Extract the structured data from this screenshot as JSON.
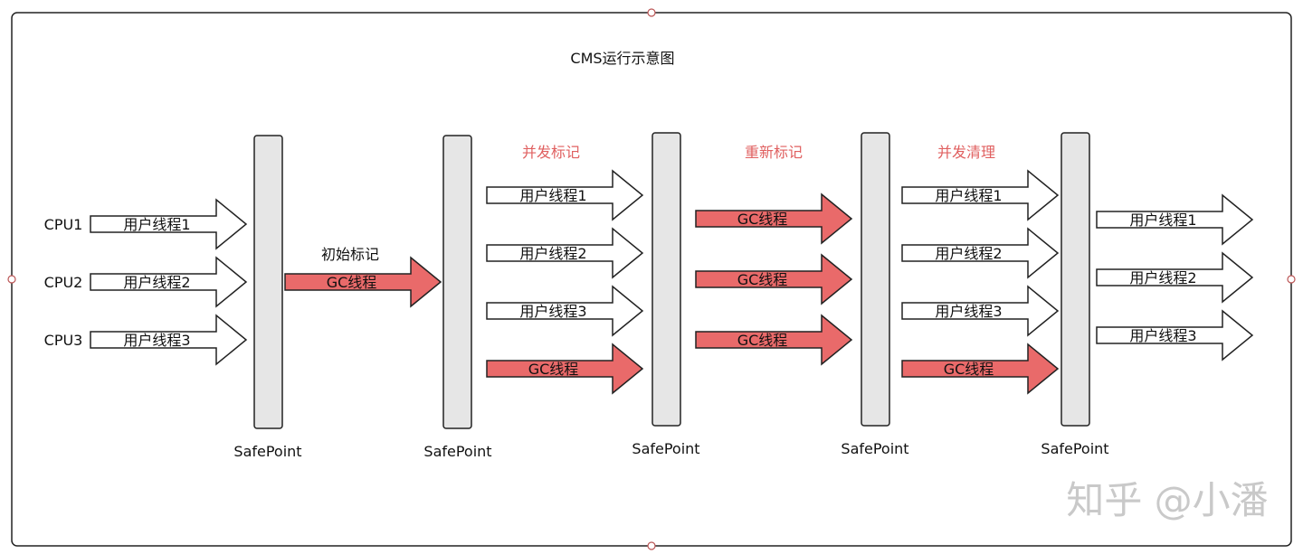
{
  "title": "CMS运行示意图",
  "safepoint_label": "SafePoint",
  "cpus": [
    "CPU1",
    "CPU2",
    "CPU3"
  ],
  "phases": [
    "初始标记",
    "并发标记",
    "重新标记",
    "并发清理"
  ],
  "columns": [
    {
      "arrows": [
        {
          "kind": "user",
          "label": "用户线程1"
        },
        {
          "kind": "user",
          "label": "用户线程2"
        },
        {
          "kind": "user",
          "label": "用户线程3"
        }
      ]
    },
    {
      "arrows": [
        {
          "kind": "gc",
          "label": "GC线程"
        }
      ]
    },
    {
      "arrows": [
        {
          "kind": "user",
          "label": "用户线程1"
        },
        {
          "kind": "user",
          "label": "用户线程2"
        },
        {
          "kind": "user",
          "label": "用户线程3"
        },
        {
          "kind": "gc",
          "label": "GC线程"
        }
      ]
    },
    {
      "arrows": [
        {
          "kind": "gc",
          "label": "GC线程"
        },
        {
          "kind": "gc",
          "label": "GC线程"
        },
        {
          "kind": "gc",
          "label": "GC线程"
        }
      ]
    },
    {
      "arrows": [
        {
          "kind": "user",
          "label": "用户线程1"
        },
        {
          "kind": "user",
          "label": "用户线程2"
        },
        {
          "kind": "user",
          "label": "用户线程3"
        },
        {
          "kind": "gc",
          "label": "GC线程"
        }
      ]
    },
    {
      "arrows": [
        {
          "kind": "user",
          "label": "用户线程1"
        },
        {
          "kind": "user",
          "label": "用户线程2"
        },
        {
          "kind": "user",
          "label": "用户线程3"
        }
      ]
    }
  ],
  "watermark": "知乎 @小潘",
  "colors": {
    "gc_fill": "#e96a6a",
    "user_fill": "#ffffff",
    "safepoint_fill": "#e6e6e6",
    "phase_red": "#e06060",
    "outline": "#222222"
  }
}
